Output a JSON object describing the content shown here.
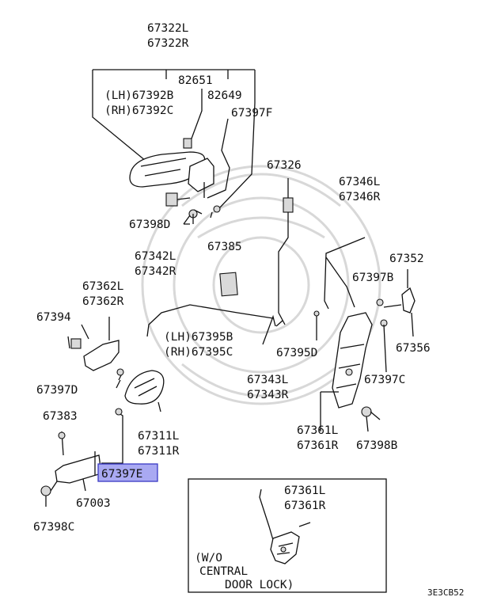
{
  "colors": {
    "line": "#111111",
    "background": "#ffffff",
    "highlight_fill": "#a9a9f2",
    "highlight_stroke": "#3a3ac4",
    "watermark": "#d8d8d8"
  },
  "labels": {
    "p67322": [
      "67322L",
      "67322R"
    ],
    "p82651": "82651",
    "p67392": [
      "(LH)67392B",
      "(RH)67392C"
    ],
    "p82649": "82649",
    "p67397F": "67397F",
    "p67398D": "67398D",
    "p67326": "67326",
    "p67346": [
      "67346L",
      "67346R"
    ],
    "p67385": "67385",
    "p67342": [
      "67342L",
      "67342R"
    ],
    "p67352": "67352",
    "p67362": [
      "67362L",
      "67362R"
    ],
    "p67397B": "67397B",
    "p67394": "67394",
    "p67395": [
      "(LH)67395B",
      "(RH)67395C"
    ],
    "p67356": "67356",
    "p67395D": "67395D",
    "p67397D": "67397D",
    "p67343": [
      "67343L",
      "67343R"
    ],
    "p67397C": "67397C",
    "p67383": "67383",
    "p67311": [
      "67311L",
      "67311R"
    ],
    "p67361": [
      "67361L",
      "67361R"
    ],
    "p67398B": "67398B",
    "p67397E": "67397E",
    "p67003": "67003",
    "p67398C": "67398C",
    "inset_part": [
      "67361L",
      "67361R"
    ],
    "inset_note": [
      "(W/O",
      "CENTRAL",
      "DOOR LOCK)"
    ],
    "diagram_code": "3E3CB52"
  },
  "icons": [
    "watermark-emblem"
  ]
}
